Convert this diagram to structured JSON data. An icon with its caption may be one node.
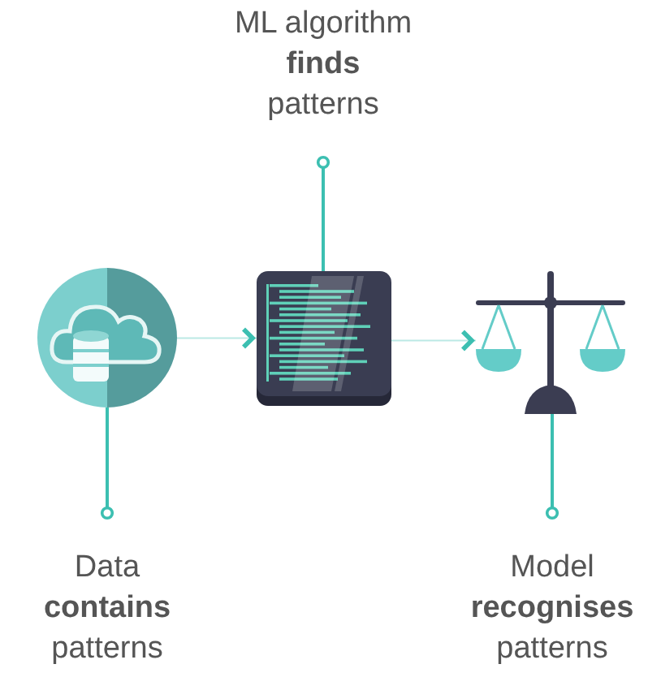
{
  "diagram": {
    "nodes": [
      {
        "text": [],
        "shape": "picture"
      },
      {
        "text": [],
        "shape": "picture"
      },
      {
        "text": [],
        "shape": "picture"
      },
      {
        "text": [
          "Data **contains** patterns"
        ]
      },
      {
        "text": [
          "ML algorithm **finds** patterns"
        ]
      },
      {
        "text": [
          "Model **recognises** patterns"
        ]
      }
    ],
    "edges": [
      {
        "from": 0,
        "to": 1,
        "arrow": "to"
      },
      {
        "from": 1,
        "to": 2,
        "arrow": "to"
      },
      {
        "from": 3,
        "to": 0,
        "arrow": "other"
      },
      {
        "from": 4,
        "to": 1,
        "arrow": "other"
      },
      {
        "from": 5,
        "to": 2,
        "arrow": "other"
      }
    ]
  }
}
